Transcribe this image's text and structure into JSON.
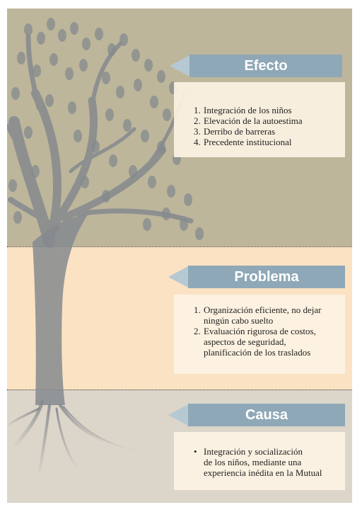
{
  "sections": {
    "effect": {
      "title": "Efecto",
      "items": [
        {
          "marker": "1.",
          "text": "Integración de los niños"
        },
        {
          "marker": "2.",
          "text": "Elevación de la autoestima"
        },
        {
          "marker": "3.",
          "text": "Derribo de barreras"
        },
        {
          "marker": "4.",
          "text": "Precedente institucional"
        }
      ]
    },
    "problem": {
      "title": "Problema",
      "items": [
        {
          "marker": "1.",
          "line1": "Organización eficiente, no dejar",
          "line2": "ningún cabo suelto"
        },
        {
          "marker": "2.",
          "line1": "Evaluación rigurosa de costos,",
          "line2": "aspectos de seguridad,",
          "line3": "planificación de los traslados"
        }
      ]
    },
    "cause": {
      "title": "Causa",
      "items": [
        {
          "marker": "•",
          "line1": "Integración y socialización",
          "line2": "de los niños, mediante una",
          "line3": "experiencia inédita en la Mutual"
        }
      ]
    }
  },
  "colors": {
    "top_band": "#bdb69b",
    "middle_band": "#fbe2c3",
    "bottom_band": "#dcd5c9",
    "banner": "#8fa8b7",
    "tree": "#858a8e"
  }
}
